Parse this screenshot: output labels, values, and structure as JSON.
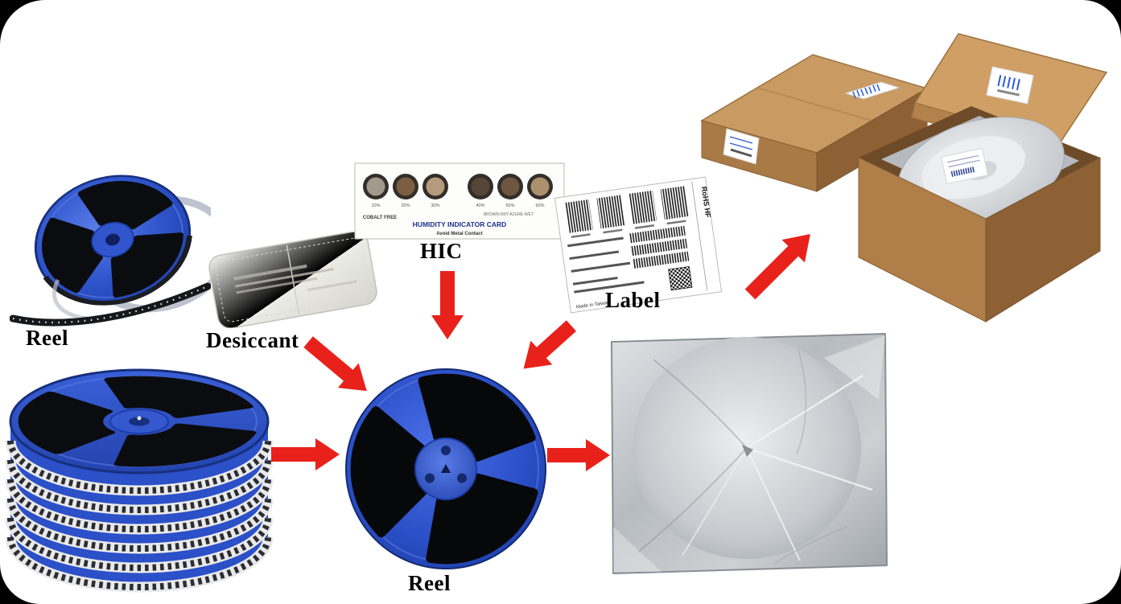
{
  "scene": {
    "labels": {
      "reel_small": "Reel",
      "desiccant": "Desiccant",
      "hic": "HIC",
      "shipping_label": "Label",
      "reel_center": "Reel"
    },
    "flow": [
      {
        "from": "reel-stack",
        "to": "reel-center"
      },
      {
        "from": "desiccant",
        "to": "reel-center"
      },
      {
        "from": "hic-card",
        "to": "reel-center"
      },
      {
        "from": "shipping-label",
        "to": "reel-center"
      },
      {
        "from": "reel-center",
        "to": "moisture-barrier-bag"
      },
      {
        "from": "shipping-label",
        "to": "carton-box"
      }
    ]
  },
  "hic_card": {
    "percents": [
      "10%",
      "20%",
      "30%",
      "40%",
      "50%",
      "60%"
    ],
    "cobalt_free": "COBALT FREE",
    "indicator_line": "BROWN-DRY   AZURE-WET",
    "title": "HUMIDITY INDICATOR CARD",
    "footer": "Avoid Metal Contact"
  },
  "shipping_label": {
    "rohs_text": "RoHS HF",
    "origin_text": "Made in Taiwan"
  },
  "colors": {
    "arrow_red": "#e8221b",
    "reel_blue": "#2b50c8",
    "reel_blue_dark": "#1a37a0",
    "carton_tan": "#c99a62",
    "bag_silver": "#c3c7cc",
    "hic_title_blue": "#20318f"
  }
}
